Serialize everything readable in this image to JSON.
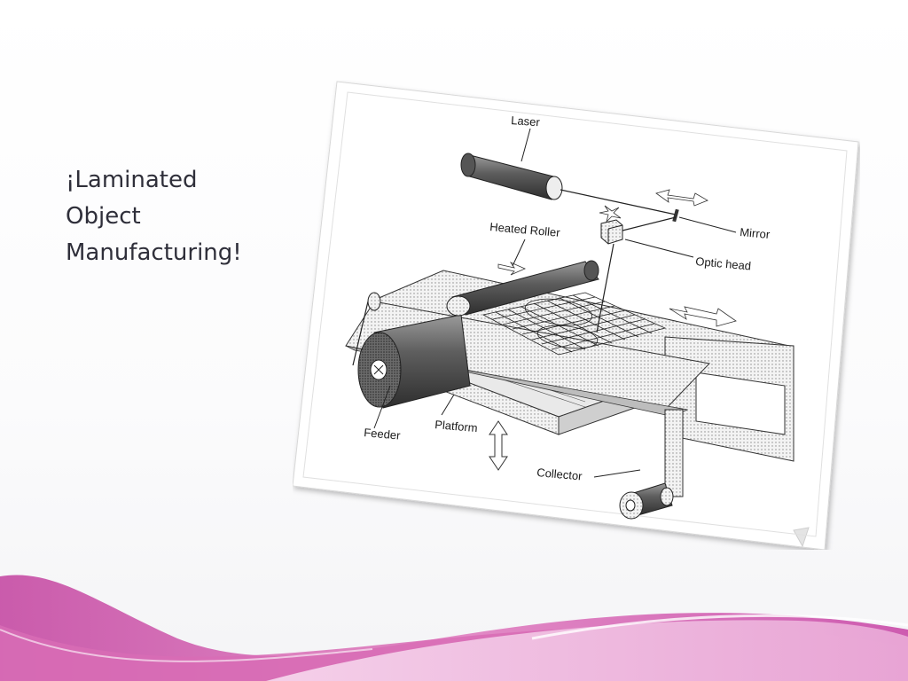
{
  "slide": {
    "title_lines": [
      "¡Laminated",
      "Object",
      "Manufacturing!"
    ]
  },
  "diagram": {
    "labels": {
      "laser": "Laser",
      "heated_roller": "Heated Roller",
      "mirror": "Mirror",
      "optic_head": "Optic head",
      "feeder": "Feeder",
      "platform": "Platform",
      "collector": "Collector"
    }
  },
  "colors": {
    "title": "#2f2f3a",
    "wave_magenta": "#c94aa8",
    "wave_pink": "#e48ec9",
    "wave_light": "#f2c2e2"
  }
}
